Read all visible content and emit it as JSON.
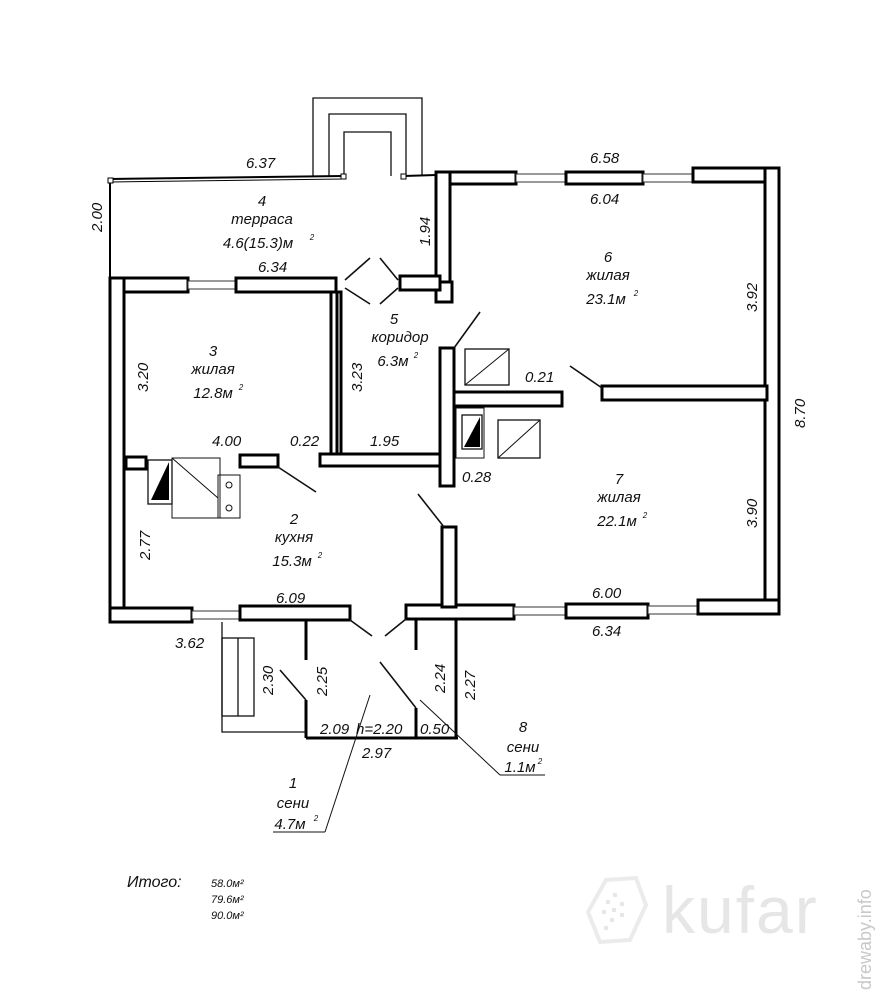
{
  "rooms": [
    {
      "num": "1",
      "name": "сени",
      "area": "4.7м",
      "sup": "2"
    },
    {
      "num": "2",
      "name": "кухня",
      "area": "15.3м",
      "sup": "2"
    },
    {
      "num": "3",
      "name": "жилая",
      "area": "12.8м",
      "sup": "2"
    },
    {
      "num": "4",
      "name": "терраса",
      "area": "4.6(15.3)м",
      "sup": "2"
    },
    {
      "num": "5",
      "name": "коридор",
      "area": "6.3м",
      "sup": "2"
    },
    {
      "num": "6",
      "name": "жилая",
      "area": "23.1м",
      "sup": "2"
    },
    {
      "num": "7",
      "name": "жилая",
      "area": "22.1м",
      "sup": "2"
    },
    {
      "num": "8",
      "name": "сени",
      "area": "1.1м",
      "sup": "2"
    }
  ],
  "dimensions": {
    "terrace_top": "6.37",
    "terrace_left": "2.00",
    "terrace_bottom": "6.34",
    "terrace_right": "1.94",
    "room6_outer_top": "6.58",
    "room6_inner_top": "6.04",
    "room6_right": "3.92",
    "total_right": "8.70",
    "partition_021": "0.21",
    "partition_028": "0.28",
    "room3_left": "3.20",
    "room3_bottom": "4.00",
    "wall_022": "0.22",
    "corridor_left": "3.23",
    "corridor_bottom": "1.95",
    "kitchen_left": "2.77",
    "kitchen_bottom": "6.09",
    "outer_left_bottom": "3.62",
    "room7_right": "3.90",
    "room7_inner_bottom": "6.00",
    "room7_outer_bottom": "6.34",
    "porch_230": "2.30",
    "porch_225": "2.25",
    "porch_224": "2.24",
    "porch_227": "2.27",
    "porch_209": "2.09",
    "porch_height": "h=2.20",
    "porch_050": "0.50",
    "porch_bottom": "2.97"
  },
  "totals": {
    "label": "Итого:",
    "values": [
      "58.0м²",
      "79.6м²",
      "90.0м²"
    ]
  },
  "watermark": {
    "brand": "kufar",
    "side_text": "drewaby.info"
  }
}
